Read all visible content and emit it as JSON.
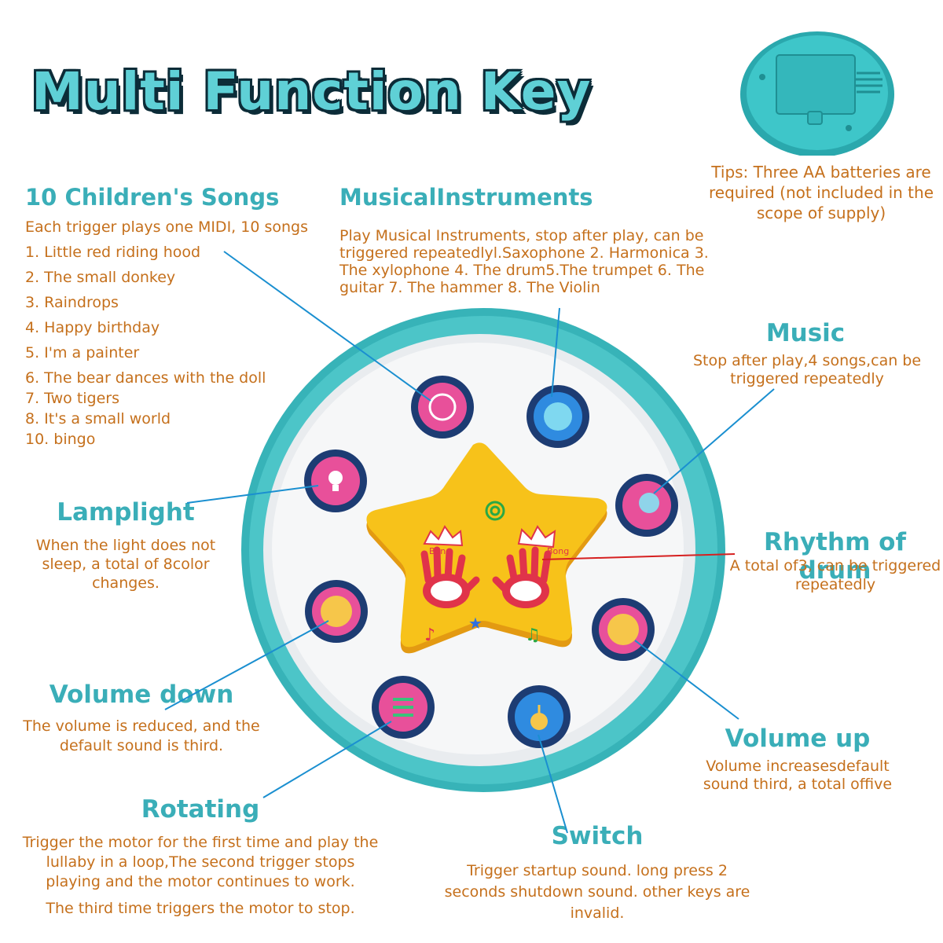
{
  "title": "Multi Function Key",
  "tips": "Tips: Three AA batteries are required (not included in the scope of supply)",
  "songs": {
    "heading": "10 Children's Songs",
    "intro": "Each trigger plays one MIDI, 10 songs",
    "items": [
      "1. Little red riding hood",
      "2. The small donkey",
      "3. Raindrops",
      "4. Happy birthday",
      "5. I'm a painter",
      "6. The bear dances with the doll",
      "7. Two tigers",
      "8. It's a small world",
      "10. bingo"
    ]
  },
  "instruments": {
    "heading": "MusicalInstruments",
    "text": "Play Musical Instruments, stop after play, can be triggered repeatedlyl.Saxophone 2. Harmonica 3. The xylophone 4. The drum5.The trumpet 6. The guitar 7. The hammer 8. The Violin"
  },
  "music": {
    "heading": "Music",
    "text": "Stop after play,4 songs,can be triggered repeatedly"
  },
  "lamplight": {
    "heading": "Lamplight",
    "text": "When the light does not sleep, a total of 8color changes."
  },
  "rhythm": {
    "heading": "Rhythm of drum",
    "text": "A total of3, can be triggered repeatedly"
  },
  "volume_down": {
    "heading": "Volume down",
    "text": "The volume is reduced, and the default sound is third."
  },
  "volume_up": {
    "heading": "Volume up",
    "text": "Volume increasesdefault sound third, a total offive"
  },
  "rotating": {
    "heading": "Rotating",
    "text": "Trigger the motor for the first time and play the lullaby in a loop,The second trigger stops playing and the motor continues to work.",
    "text2": "The third time triggers the motor to stop."
  },
  "switch": {
    "heading": "Switch",
    "text": "Trigger startup sound. long press 2 seconds shutdown sound. other keys are invalid."
  },
  "toy": {
    "bong_left": "Bong",
    "bong_right": "Bong"
  },
  "colors": {
    "heading": "#3aaeb8",
    "body_text": "#c5701c",
    "toy_teal": "#37b3b8",
    "star_yellow": "#f7c21a",
    "line_blue": "#1a8fd0",
    "line_red": "#d62020"
  }
}
